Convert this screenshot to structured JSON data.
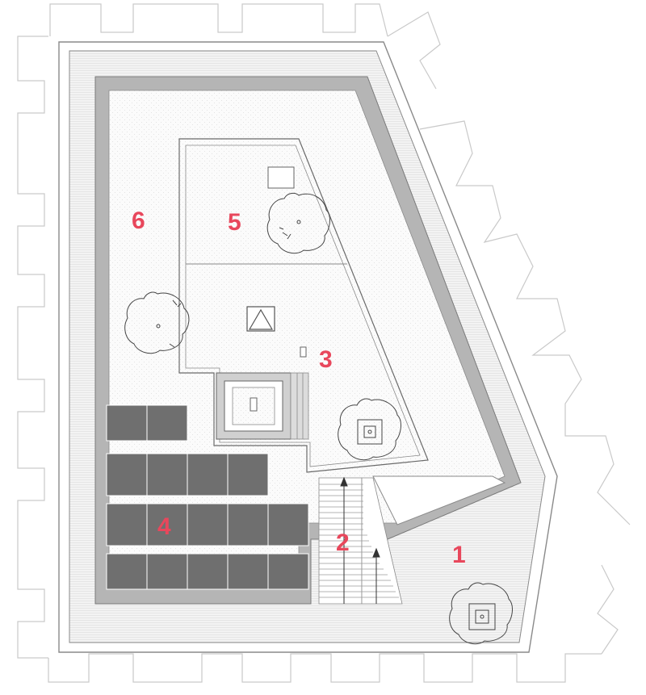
{
  "colors": {
    "label": "#e8475c",
    "line": "#8a8a8a",
    "dark_line": "#555555",
    "wall": "#b5b5b5",
    "panel": "#6f6f6f",
    "floor": "#fafafa",
    "deck": "#f1f1f1",
    "background": "#ffffff"
  },
  "zones": [
    {
      "id": "1",
      "label": "1"
    },
    {
      "id": "2",
      "label": "2"
    },
    {
      "id": "3",
      "label": "3"
    },
    {
      "id": "4",
      "label": "4"
    },
    {
      "id": "5",
      "label": "5"
    },
    {
      "id": "6",
      "label": "6"
    }
  ],
  "icons": {
    "tree": "tree-icon",
    "skylight": "skylight-icon",
    "vent": "vent-icon",
    "stair_arrow": "stair-arrow-icon"
  }
}
